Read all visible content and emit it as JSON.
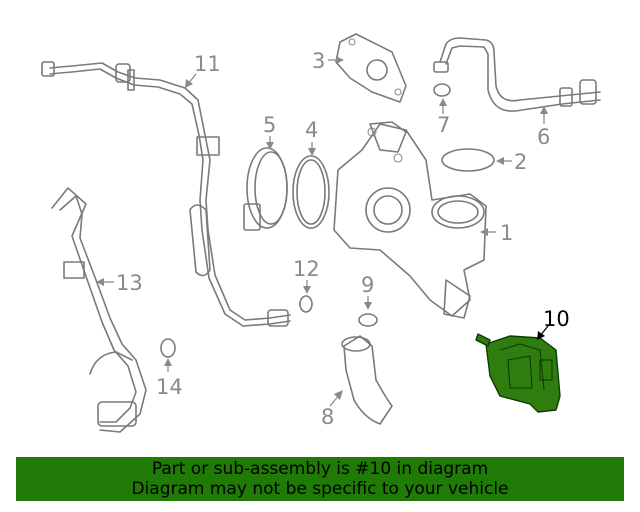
{
  "callouts": {
    "c1": "1",
    "c2": "2",
    "c3": "3",
    "c4": "4",
    "c5": "5",
    "c6": "6",
    "c7": "7",
    "c8": "8",
    "c9": "9",
    "c10": "10",
    "c11": "11",
    "c12": "12",
    "c13": "13",
    "c14": "14"
  },
  "highlighted_callout": "10",
  "colors": {
    "highlight": "#2f7d0f",
    "banner": "#1f7a06",
    "line": "#7a7a7a"
  },
  "banner": {
    "line1": "Part or sub-assembly is #10 in diagram",
    "line2": "Diagram may not be specific to your vehicle"
  }
}
